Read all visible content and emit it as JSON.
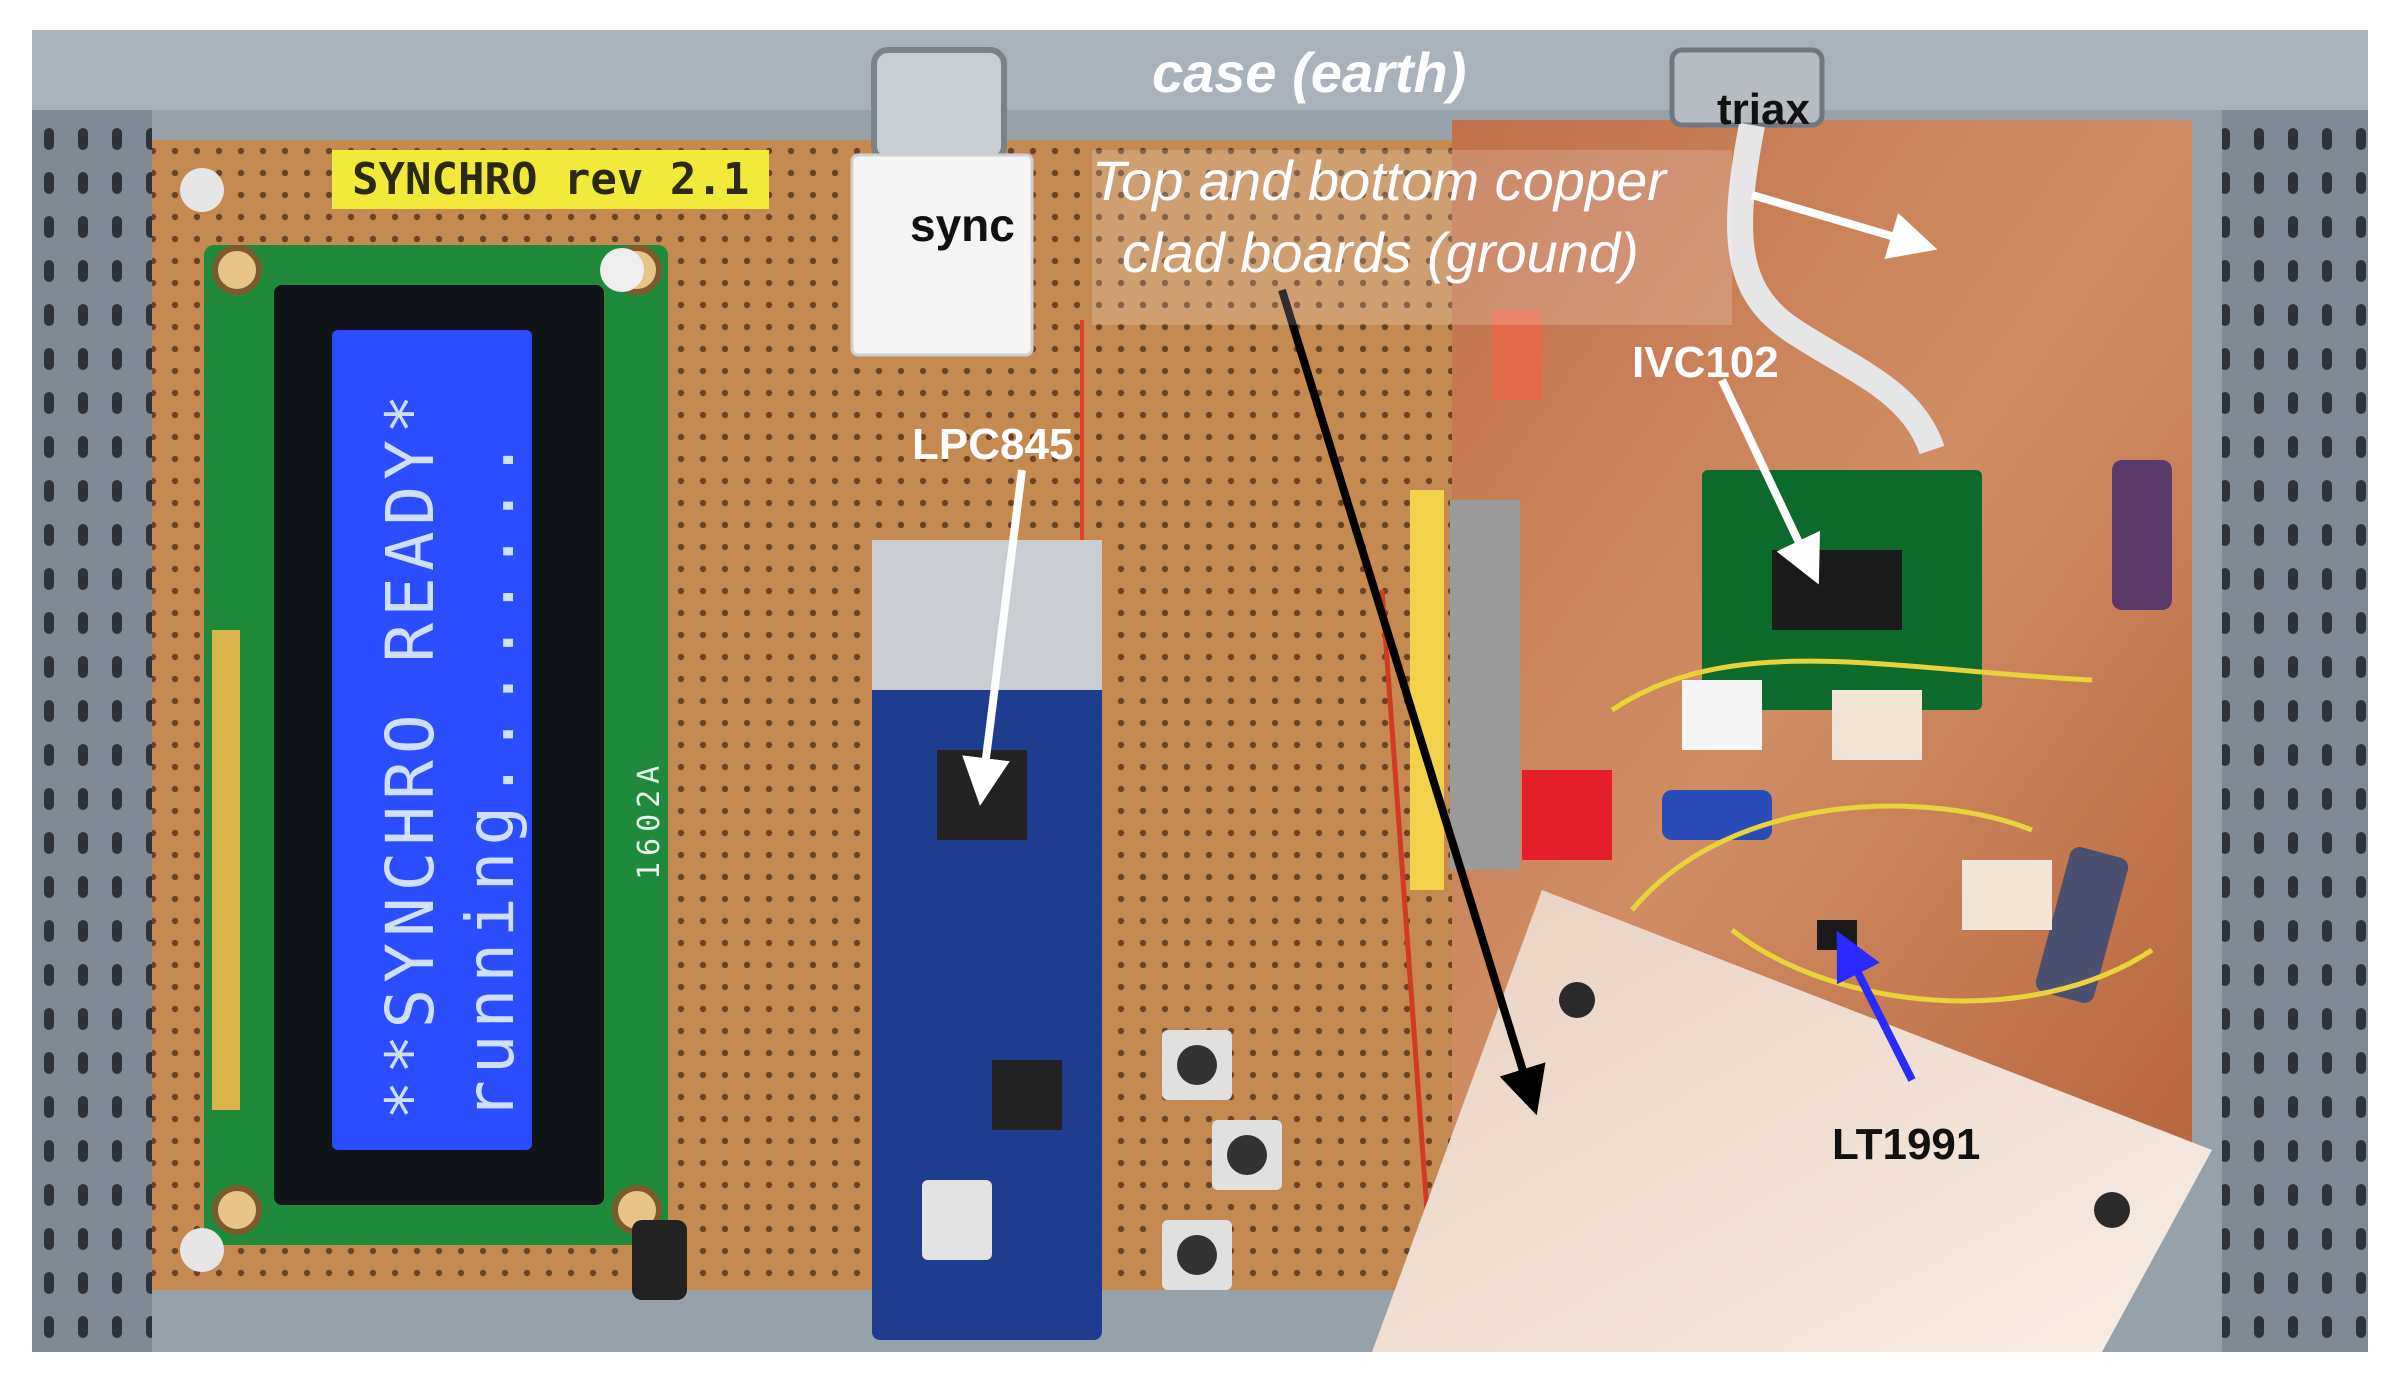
{
  "labels": {
    "case": "case (earth)",
    "triax": "triax",
    "sync": "sync",
    "copper_line1": "Top and bottom copper",
    "copper_line2": "clad boards (ground)",
    "ivc": "IVC102",
    "lpc": "LPC845",
    "lt": "LT1991",
    "board_title": "SYNCHRO rev 2.1",
    "lcd_model": "1602A"
  },
  "lcd": {
    "line1": "**SYNCHRO READY*",
    "line2": "running........"
  },
  "colors": {
    "stripboard": "#c58a52",
    "lcd_bezel": "#1f8a3a",
    "lcd_screen": "#2b4dff",
    "copper": "#c8825a",
    "arrow_white": "#ffffff",
    "arrow_black": "#000000",
    "arrow_blue": "#2a2aff"
  }
}
